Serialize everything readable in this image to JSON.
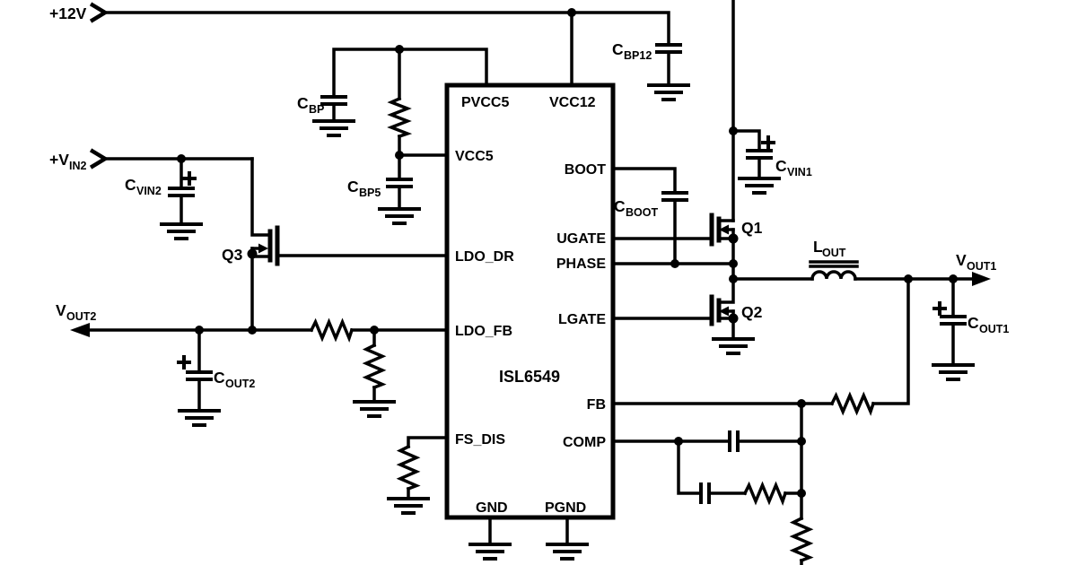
{
  "colors": {
    "wire": "#000000",
    "background": "#ffffff"
  },
  "ic": {
    "name": "ISL6549",
    "pins": {
      "pvcc5": "PVCC5",
      "vcc12": "VCC12",
      "vcc5": "VCC5",
      "ldo_dr": "LDO_DR",
      "ldo_fb": "LDO_FB",
      "fs_dis": "FS_DIS",
      "gnd": "GND",
      "pgnd": "PGND",
      "boot": "BOOT",
      "ugate": "UGATE",
      "phase": "PHASE",
      "lgate": "LGATE",
      "fb": "FB",
      "comp": "COMP"
    }
  },
  "ports": {
    "p12v": {
      "label": "+12V"
    },
    "vin2": {
      "main": "+V",
      "sub": "IN2"
    },
    "vout1": {
      "main": "V",
      "sub": "OUT1"
    },
    "vout2": {
      "main": "V",
      "sub": "OUT2"
    }
  },
  "components": {
    "q1": {
      "label": "Q1"
    },
    "q2": {
      "label": "Q2"
    },
    "q3": {
      "label": "Q3"
    },
    "cbp": {
      "main": "C",
      "sub": "BP"
    },
    "cbp5": {
      "main": "C",
      "sub": "BP5"
    },
    "cbp12": {
      "main": "C",
      "sub": "BP12"
    },
    "cvin1": {
      "main": "C",
      "sub": "VIN1"
    },
    "cvin2": {
      "main": "C",
      "sub": "VIN2"
    },
    "cboot": {
      "main": "C",
      "sub": "BOOT"
    },
    "cout1": {
      "main": "C",
      "sub": "OUT1"
    },
    "cout2": {
      "main": "C",
      "sub": "OUT2"
    },
    "lout": {
      "main": "L",
      "sub": "OUT"
    }
  }
}
